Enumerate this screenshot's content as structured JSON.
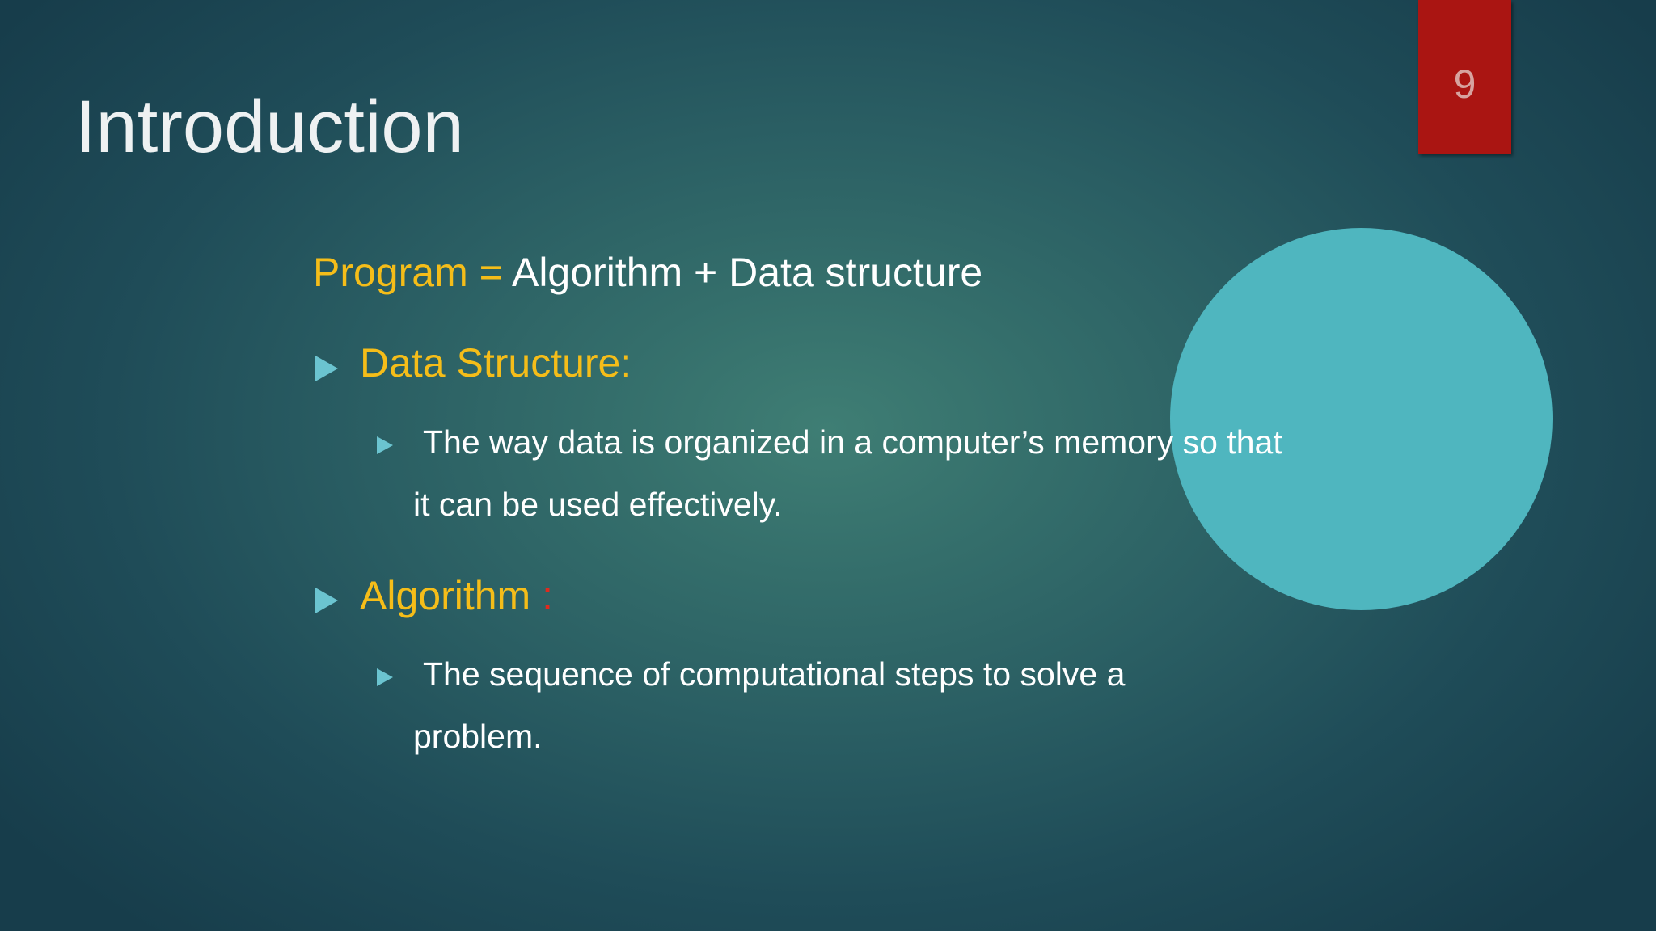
{
  "slide": {
    "title": "Introduction",
    "page_number": "9",
    "formula": {
      "left": "Program =",
      "right": "Algorithm + Data structure"
    },
    "sections": [
      {
        "heading": "Data Structure:",
        "bullet_line_1": "The way data is organized in a computer’s memory so  that",
        "bullet_line_2": "it can be used effectively."
      },
      {
        "heading": "Algorithm",
        "heading_suffix": ":",
        "bullet_line_1": "The sequence of computational steps to solve a",
        "bullet_line_2": "problem."
      }
    ]
  },
  "colors": {
    "background": "#2f6a68",
    "title": "#eef1f2",
    "gold": "#f5bd19",
    "red_tab": "#aa1512",
    "red_colon": "#e02a1e",
    "circle": "#4fb6bf",
    "bullet": "#6bc4d0"
  },
  "icons": [
    "triangle-bullet-icon"
  ]
}
